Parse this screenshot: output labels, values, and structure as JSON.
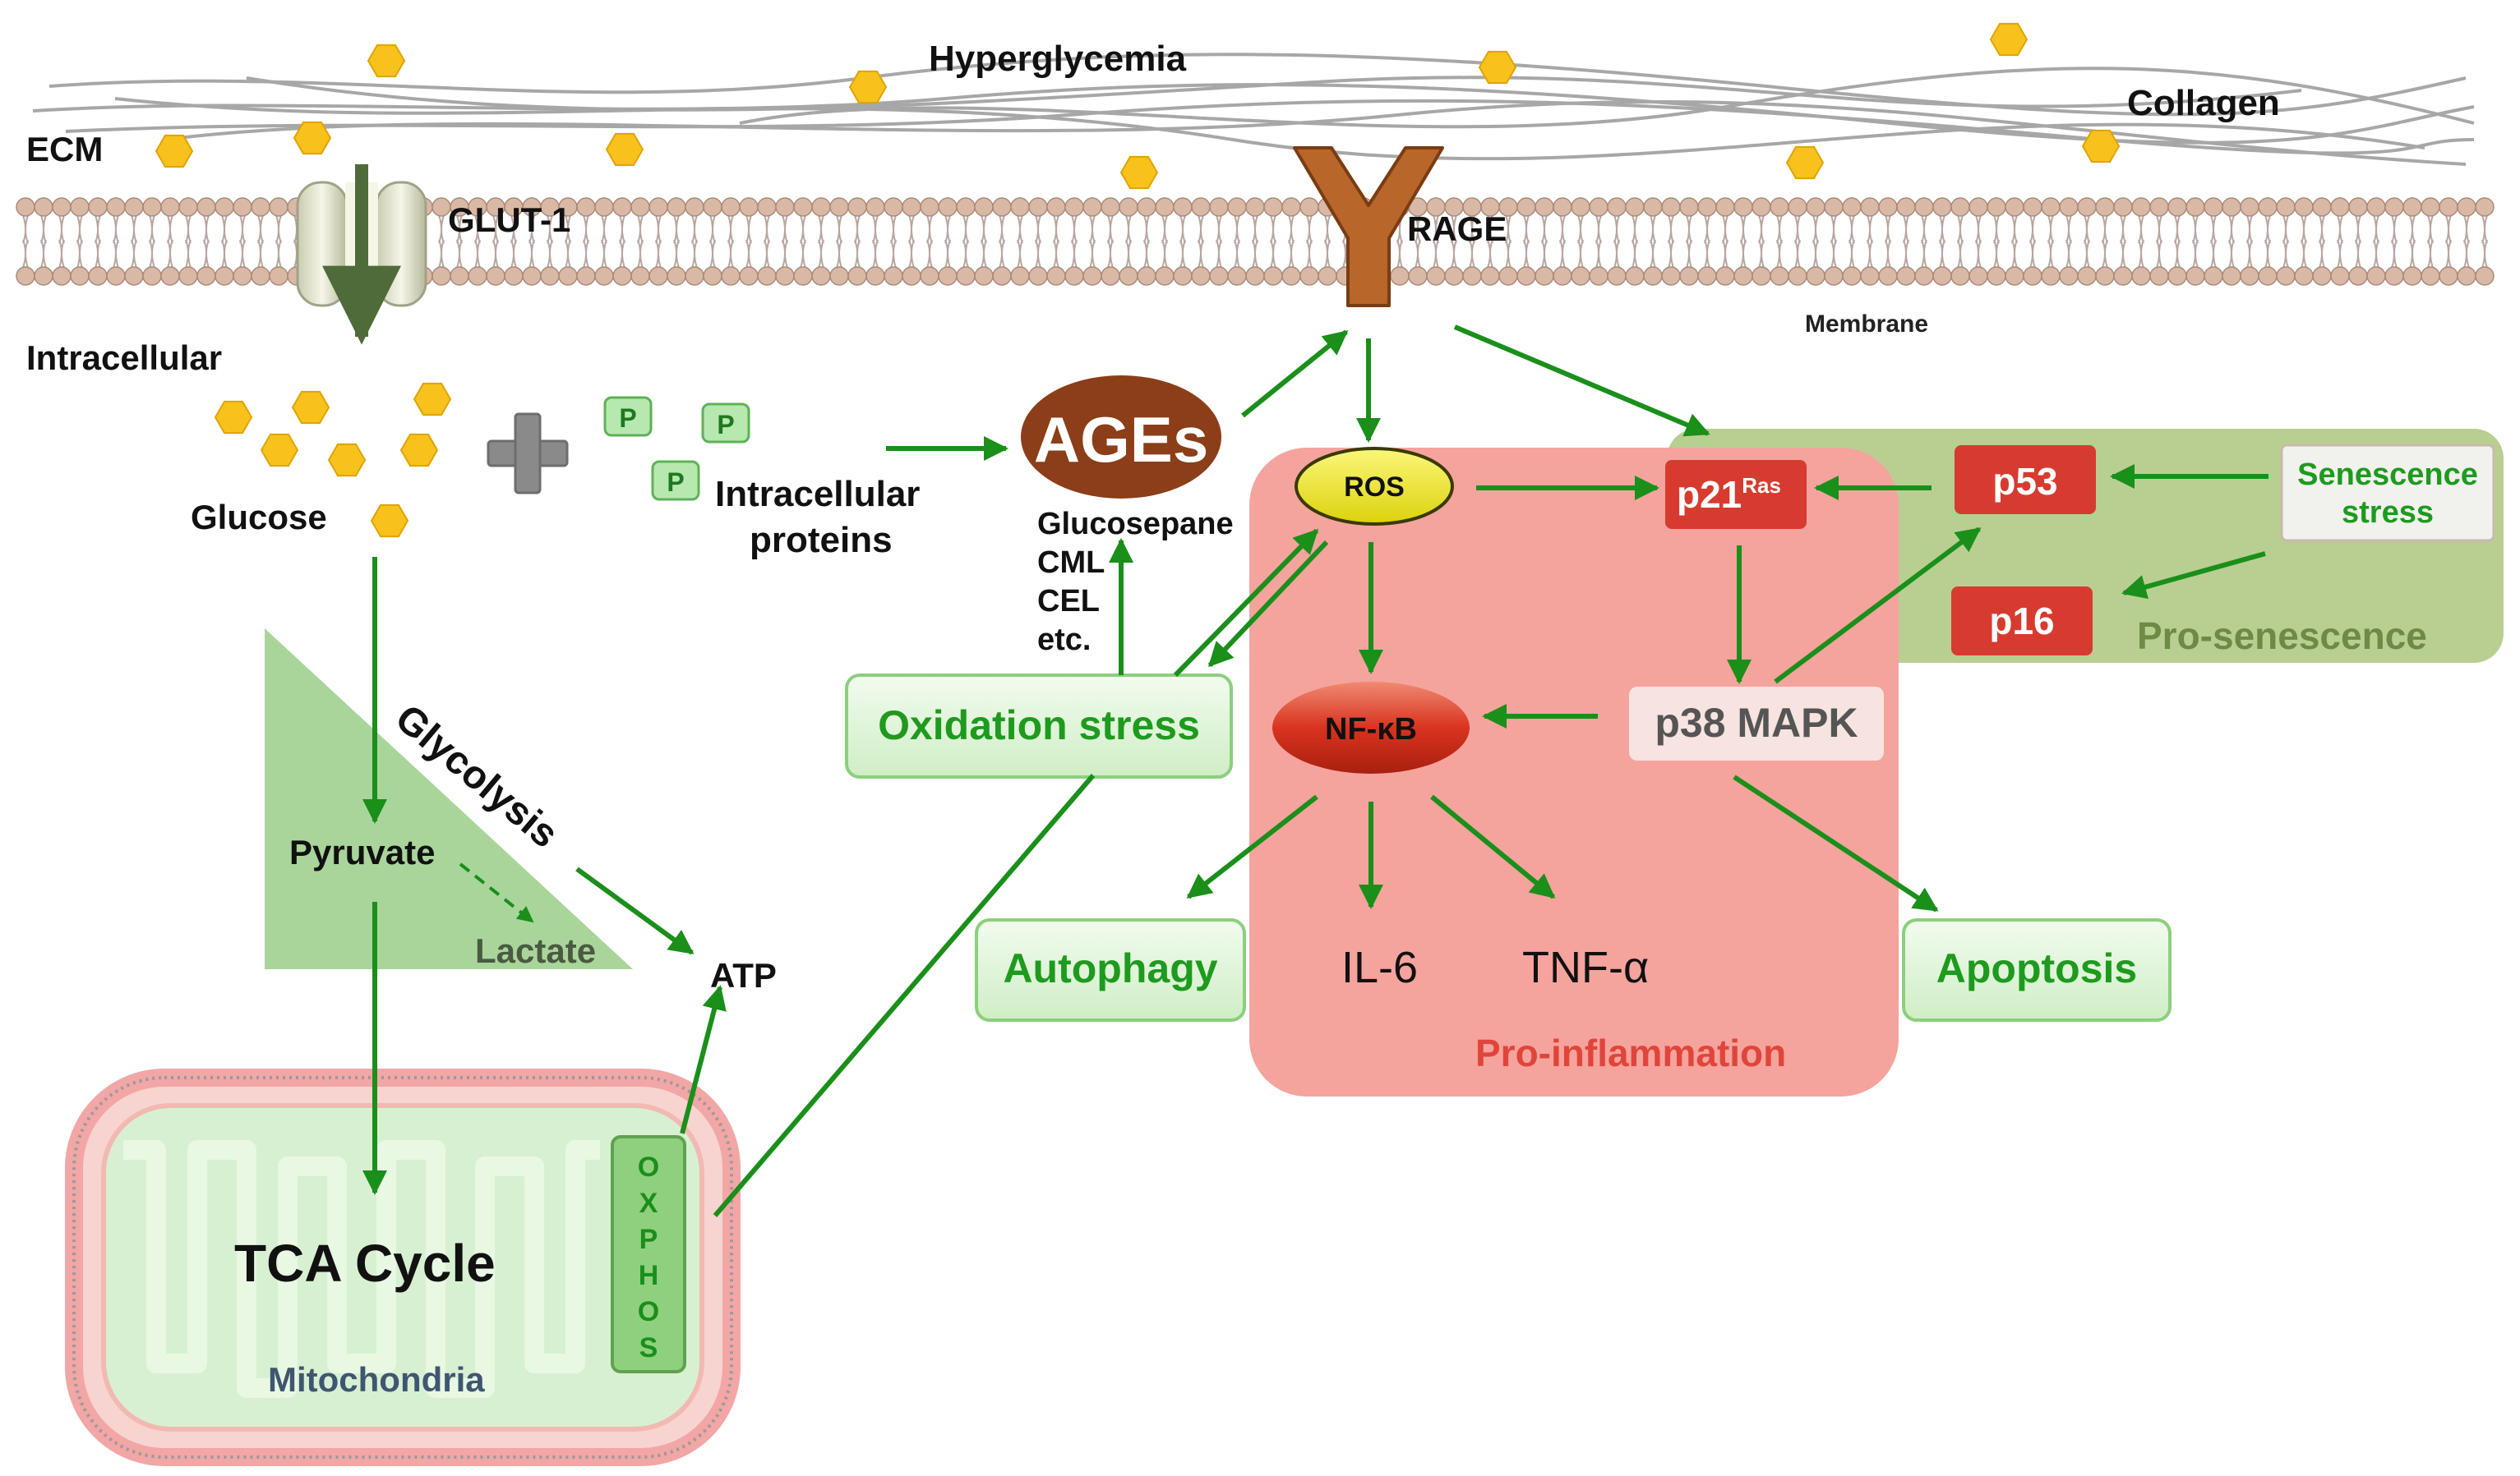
{
  "colors": {
    "arrow": "#1a8f1a",
    "green_box_fill": "#e3f5dc",
    "green_box_stroke": "#8ccf7e",
    "green_text": "#1e9a1e",
    "red_box": "#d73b2f",
    "inflammation_fill": "#f5a39d",
    "inflammation_text": "#e0453a",
    "senescence_fill": "#b9cf92",
    "senescence_text": "#6e8a45",
    "ages_fill": "#8b3e17",
    "glucose_fill": "#f7c21b",
    "membrane_head": "#d9b9a6",
    "mito_outer": "#f2a6a6",
    "mito_inner": "#d8f0d2",
    "oxphos_fill": "#8ed07e",
    "rage_fill": "#b8662a"
  },
  "extracellular": {
    "hyperglycemia": "Hyperglycemia",
    "collagen": "Collagen",
    "ecm": "ECM"
  },
  "membrane": {
    "glut1": "GLUT-1",
    "rage": "RAGE",
    "membrane": "Membrane",
    "intracellular": "Intracellular"
  },
  "metabolism": {
    "glucose": "Glucose",
    "phospho": "P",
    "intracellular_proteins_line1": "Intracellular",
    "intracellular_proteins_line2": "proteins",
    "glycolysis": "Glycolysis",
    "pyruvate": "Pyruvate",
    "lactate": "Lactate",
    "atp": "ATP",
    "tca": "TCA Cycle",
    "mitochondria": "Mitochondria",
    "oxphos": [
      "O",
      "X",
      "P",
      "H",
      "O",
      "S"
    ]
  },
  "ages": {
    "label": "AGEs",
    "examples": [
      "Glucosepane",
      "CML",
      "CEL",
      "etc."
    ]
  },
  "signaling": {
    "ros": "ROS",
    "nfkb": "NF-κB",
    "p21": "p21",
    "p21_sup": "Ras",
    "p53": "p53",
    "p16": "p16",
    "p38": "p38 MAPK",
    "senescence_stress_line1": "Senescence",
    "senescence_stress_line2": "stress",
    "pro_senescence": "Pro-senescence",
    "pro_inflammation": "Pro-inflammation",
    "il6": "IL-6",
    "tnfa": "TNF-α"
  },
  "outcomes": {
    "oxidation_stress": "Oxidation stress",
    "autophagy": "Autophagy",
    "apoptosis": "Apoptosis"
  }
}
